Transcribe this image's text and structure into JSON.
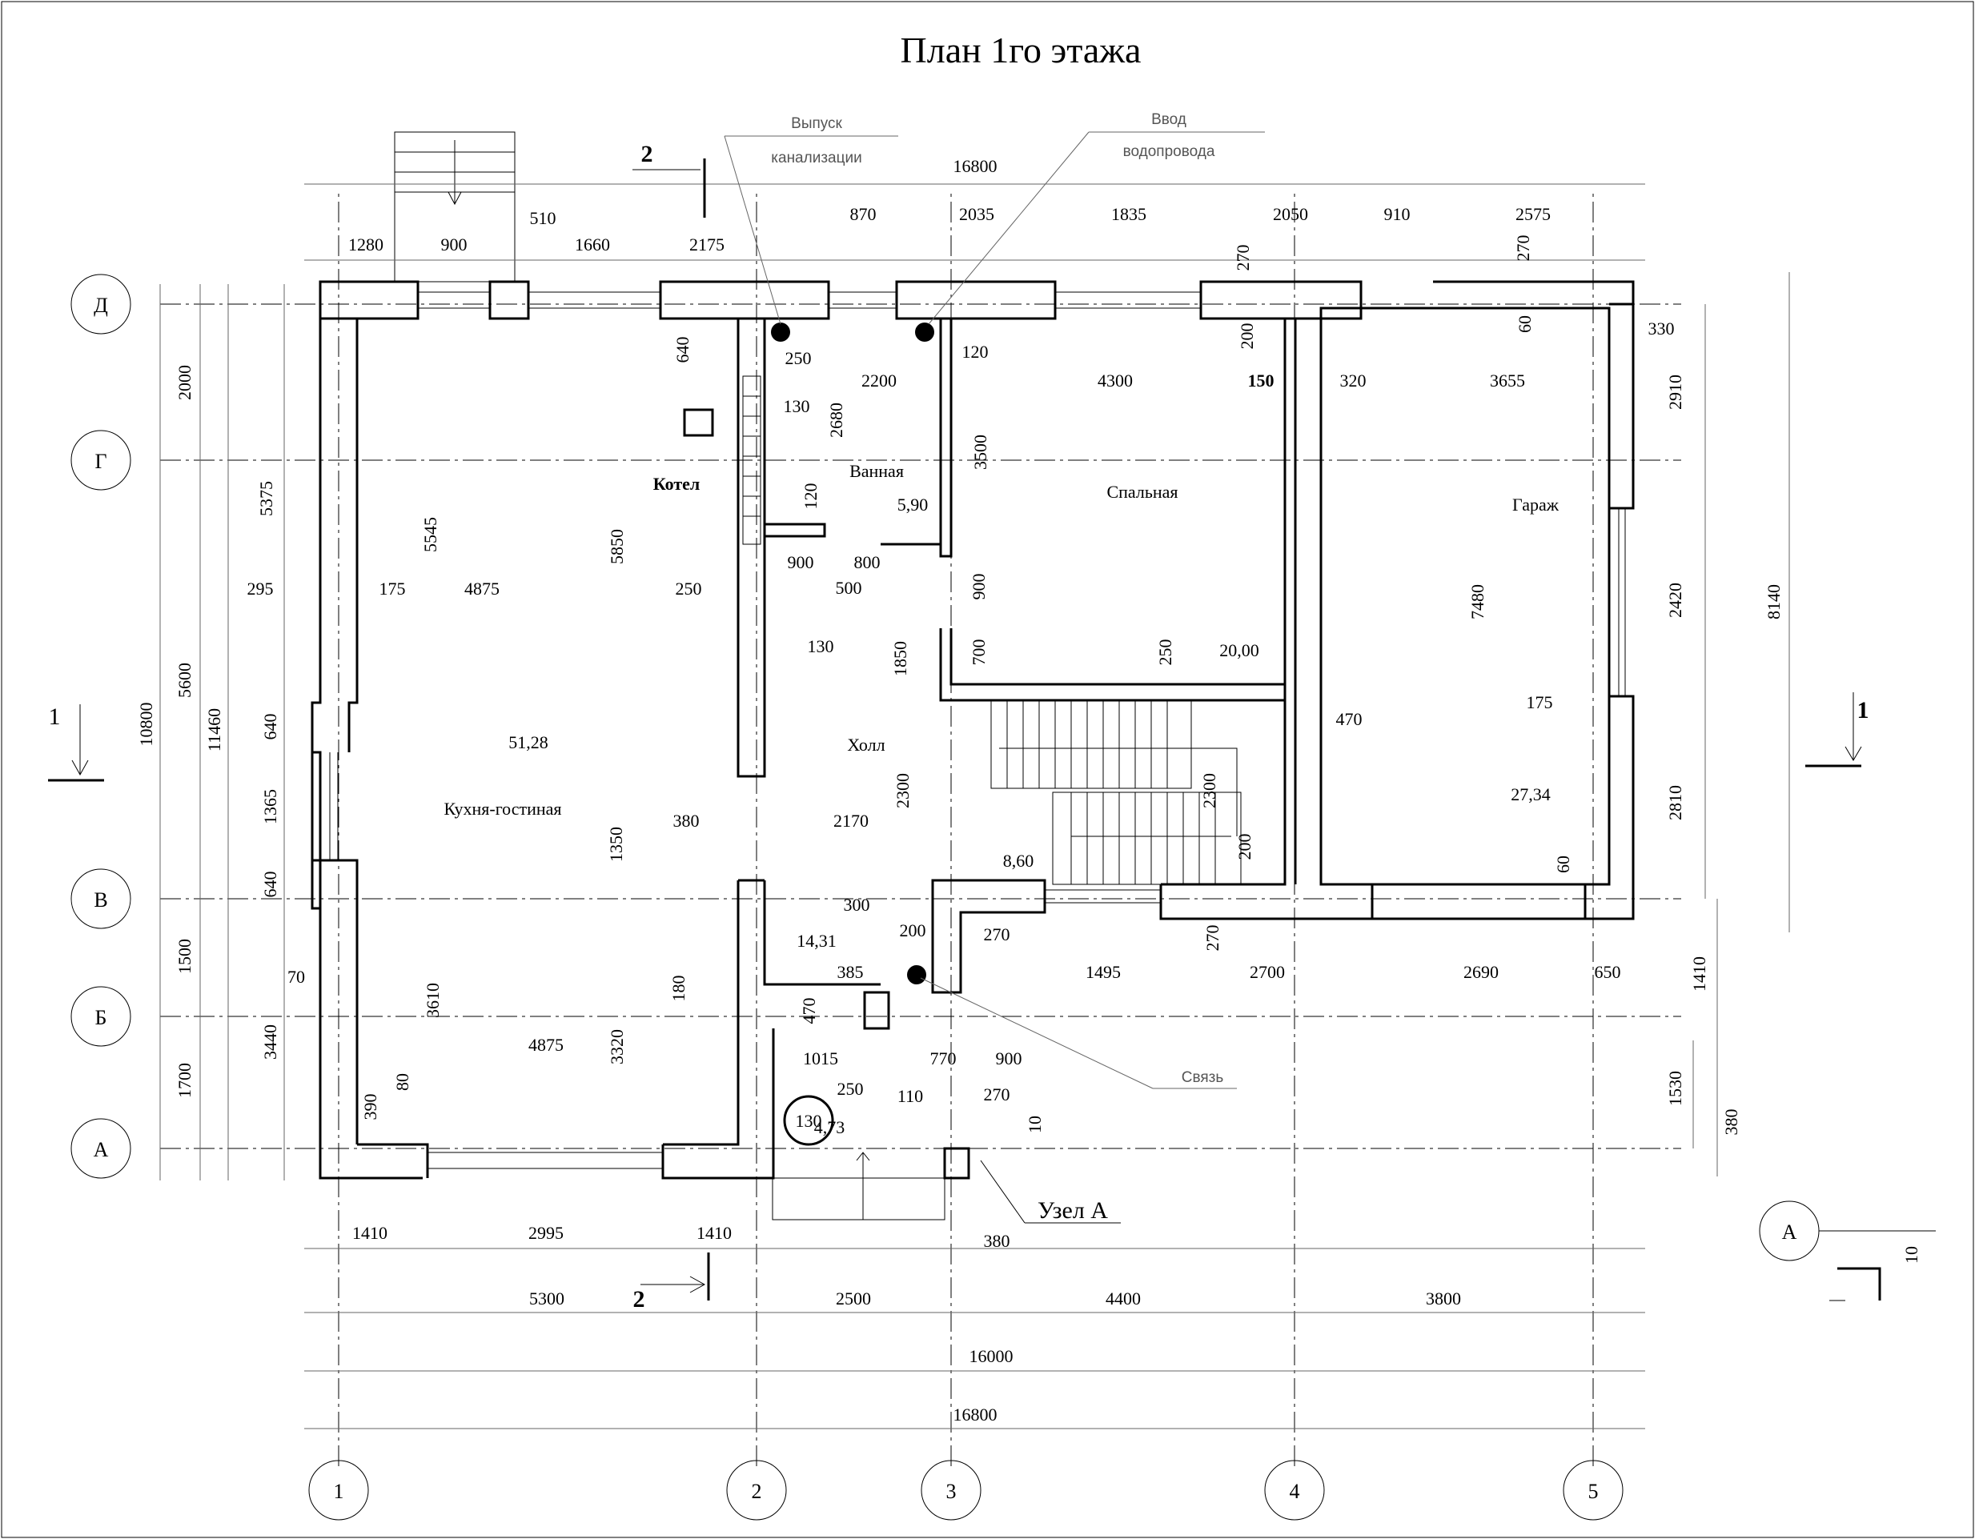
{
  "title": "План 1го этажа",
  "notes": {
    "outlet": [
      "Выпуск",
      "канализации"
    ],
    "water": [
      "Ввод",
      "водопровода"
    ],
    "link": "Связь",
    "node": "Узел А"
  },
  "axes_letters": [
    "Д",
    "Г",
    "В",
    "Б",
    "А"
  ],
  "axes_numbers": [
    "1",
    "2",
    "3",
    "4",
    "5"
  ],
  "node_mark": {
    "letter": "А",
    "value": "10"
  },
  "sections": {
    "s1": "1",
    "s2": "2"
  },
  "rooms": [
    {
      "name": "Кухня-гостиная",
      "area": "51,28"
    },
    {
      "name": "Котел"
    },
    {
      "name": "Ванная",
      "area": "5,90"
    },
    {
      "name": "Спальная",
      "area": "20,00"
    },
    {
      "name": "Гараж",
      "area": "27,34"
    },
    {
      "name": "Холл",
      "area": "8,60"
    },
    {
      "area": "14,31"
    },
    {
      "area": "4,73"
    }
  ],
  "dimensions": {
    "overall": [
      "16800",
      "16800",
      "16000"
    ],
    "bottom_axes": [
      "5300",
      "2500",
      "4400",
      "3800"
    ],
    "bottom_openings": [
      "1410",
      "2995",
      "1410"
    ],
    "top_left": [
      "1280",
      "900",
      "510",
      "1660",
      "2175"
    ],
    "top_right": [
      "870",
      "2035",
      "1835",
      "2050",
      "910",
      "2575"
    ],
    "left": [
      "2000",
      "5375",
      "5600",
      "10800",
      "11460",
      "640",
      "1365",
      "640",
      "1500",
      "70",
      "3440",
      "1700",
      "295"
    ],
    "right": [
      "330",
      "2910",
      "2420",
      "2810",
      "8140",
      "1410",
      "1530",
      "380"
    ],
    "interior": [
      "640",
      "250",
      "130",
      "2200",
      "120",
      "4300",
      "150",
      "320",
      "3655",
      "270",
      "270",
      "60",
      "200",
      "5545",
      "5850",
      "2680",
      "3500",
      "120",
      "900",
      "800",
      "500",
      "175",
      "4875",
      "250",
      "130",
      "900",
      "700",
      "1850",
      "250",
      "7480",
      "470",
      "175",
      "380",
      "2170",
      "2300",
      "2300",
      "1350",
      "200",
      "60",
      "300",
      "200",
      "270",
      "270",
      "1495",
      "2700",
      "2690",
      "650",
      "3610",
      "3320",
      "4875",
      "180",
      "470",
      "385",
      "1015",
      "770",
      "900",
      "250",
      "110",
      "270",
      "390",
      "80",
      "130",
      "10",
      "380"
    ]
  }
}
